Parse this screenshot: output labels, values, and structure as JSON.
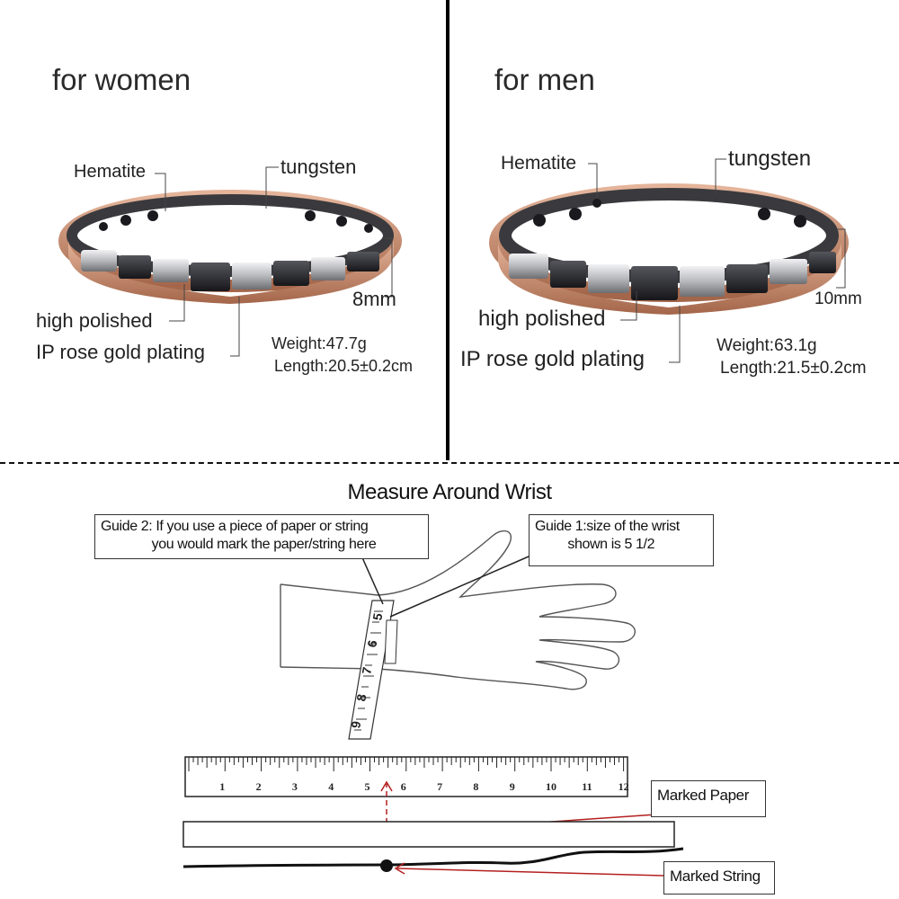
{
  "women": {
    "heading": "for women",
    "hematite": "Hematite",
    "tungsten": "tungsten",
    "width": "8mm",
    "polished": "high polished",
    "plating": "IP rose gold plating",
    "weight": "Weight:47.7g",
    "length": "Length:20.5±0.2cm"
  },
  "men": {
    "heading": "for men",
    "hematite": "Hematite",
    "tungsten": "tungsten",
    "width": "10mm",
    "polished": "high polished",
    "plating": "IP rose gold plating",
    "weight": "Weight:63.1g",
    "length": "Length:21.5±0.2cm"
  },
  "measure": {
    "title": "Measure Around Wrist",
    "guide2": "Guide 2: If you use a piece of paper or string\n              you would mark the paper/string here",
    "guide1": "Guide 1:size of the wrist\n         shown is 5 1/2",
    "marked_paper": "Marked Paper",
    "marked_string": "Marked String",
    "ruler_numbers": [
      "1",
      "2",
      "3",
      "4",
      "5",
      "6",
      "7",
      "8",
      "9",
      "10",
      "11",
      "12"
    ],
    "tape_numbers": [
      "5",
      "6",
      "7",
      "8",
      "9"
    ]
  },
  "colors": {
    "rose_gold": "#c98a6a",
    "steel": "#c9c9cc",
    "black_link": "#2a2a2e",
    "marker_red": "#b42020"
  }
}
